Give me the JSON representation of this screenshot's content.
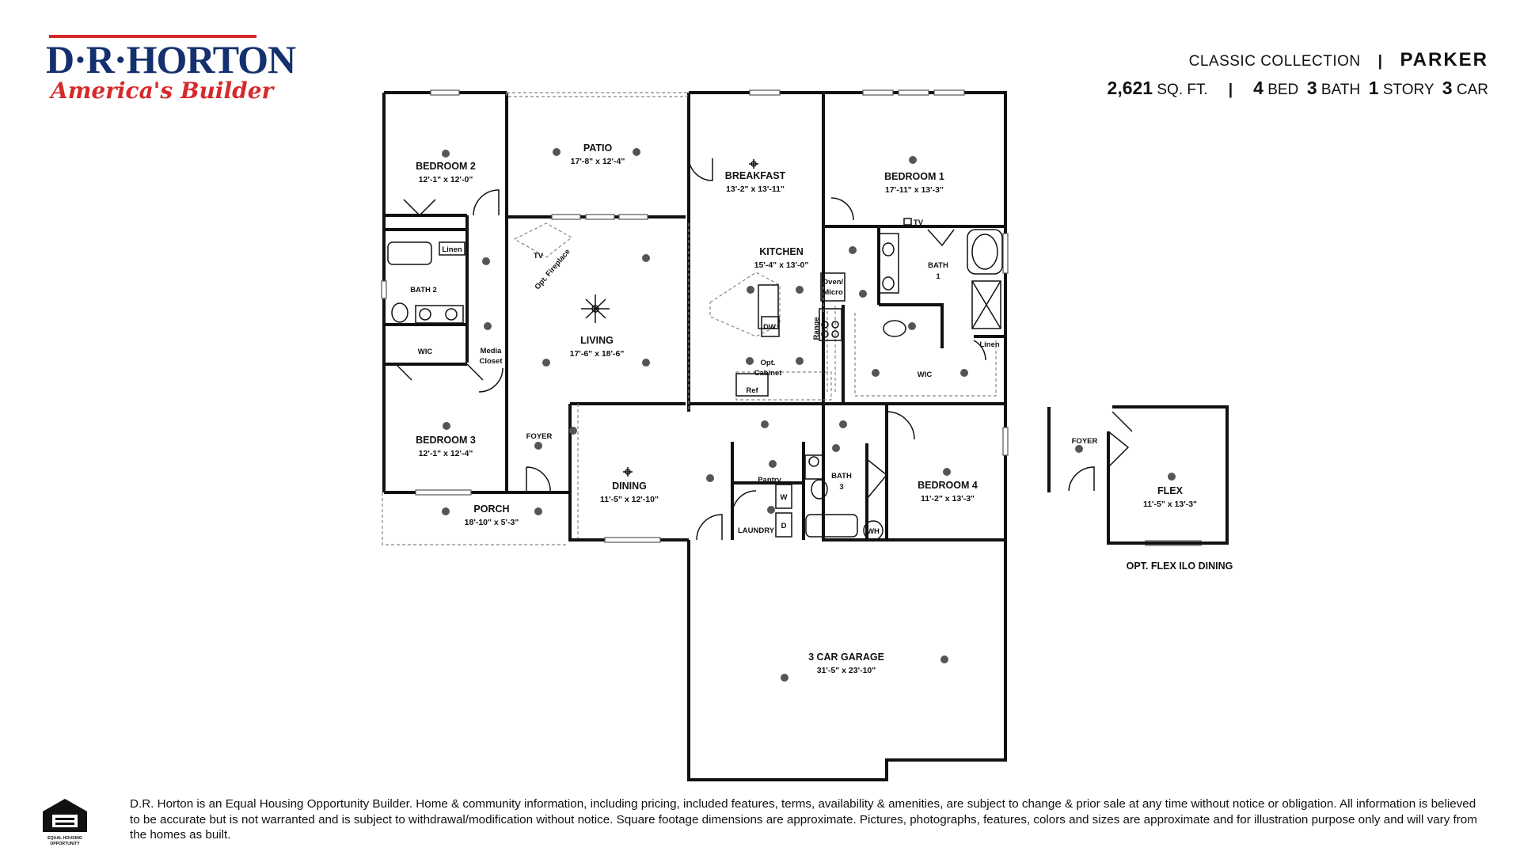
{
  "brand": {
    "logo_text": "D·R·HORTON",
    "tagline": "America's Builder",
    "colors": {
      "navy": "#14306e",
      "red": "#d62a2a"
    }
  },
  "header": {
    "collection": "CLASSIC COLLECTION",
    "separator": "|",
    "plan_name": "PARKER",
    "sqft_value": "2,621",
    "sqft_unit": "SQ. FT.",
    "beds_value": "4",
    "beds_unit": "BED",
    "baths_value": "3",
    "baths_unit": "BATH",
    "stories_value": "1",
    "stories_unit": "STORY",
    "cars_value": "3",
    "cars_unit": "CAR"
  },
  "rooms": {
    "bedroom2": {
      "name": "BEDROOM 2",
      "dim": "12'-1\" x 12'-0\""
    },
    "patio": {
      "name": "PATIO",
      "dim": "17'-8\" x 12'-4\""
    },
    "breakfast": {
      "name": "BREAKFAST",
      "dim": "13'-2\" x 13'-11\""
    },
    "bedroom1": {
      "name": "BEDROOM 1",
      "dim": "17'-11\" x 13'-3\""
    },
    "kitchen": {
      "name": "KITCHEN",
      "dim": "15'-4\" x 13'-0\""
    },
    "living": {
      "name": "LIVING",
      "dim": "17'-6\" x 18'-6\""
    },
    "bedroom3": {
      "name": "BEDROOM 3",
      "dim": "12'-1\" x 12'-4\""
    },
    "dining": {
      "name": "DINING",
      "dim": "11'-5\" x 12'-10\""
    },
    "porch": {
      "name": "PORCH",
      "dim": "18'-10\" x 5'-3\""
    },
    "bedroom4": {
      "name": "BEDROOM 4",
      "dim": "11'-2\" x 13'-3\""
    },
    "garage": {
      "name": "3 CAR GARAGE",
      "dim": "31'-5\" x 23'-10\""
    },
    "flex": {
      "name": "FLEX",
      "dim": "11'-5\" x 13'-3\""
    }
  },
  "labels": {
    "bath2": "BATH 2",
    "linen": "Linen",
    "wic": "WIC",
    "media1": "Media",
    "media2": "Closet",
    "tv": "TV",
    "opt_fireplace": "Opt. Fireplace",
    "foyer": "FOYER",
    "oven1": "Oven/",
    "oven2": "Micro",
    "range": "Range",
    "dw": "DW",
    "opt_cab1": "Opt.",
    "opt_cab2": "Cabinet",
    "ref": "Ref",
    "bath1_a": "BATH",
    "bath1_b": "1",
    "tv_b1": "TV",
    "linen_b1": "Linen",
    "wic_b1": "WIC",
    "pantry": "Pantry",
    "laundry": "LAUNDRY",
    "w": "W",
    "d": "D",
    "bath3_a": "BATH",
    "bath3_b": "3",
    "wh": "WH",
    "flex_foyer": "FOYER",
    "flex_caption": "OPT. FLEX ILO DINING"
  },
  "footer": {
    "disclaimer": "D.R. Horton is an Equal Housing Opportunity Builder. Home & community information, including pricing, included features, terms, availability & amenities, are subject to change & prior sale at any time without notice or obligation. All information is believed to be accurate but is not warranted and is subject to withdrawal/modification without notice. Square footage dimensions are approximate. Pictures, photographs, features, colors and sizes are approximate and for illustration purpose only and will vary from the homes as built.",
    "eho_label": "EQUAL HOUSING OPPORTUNITY"
  }
}
